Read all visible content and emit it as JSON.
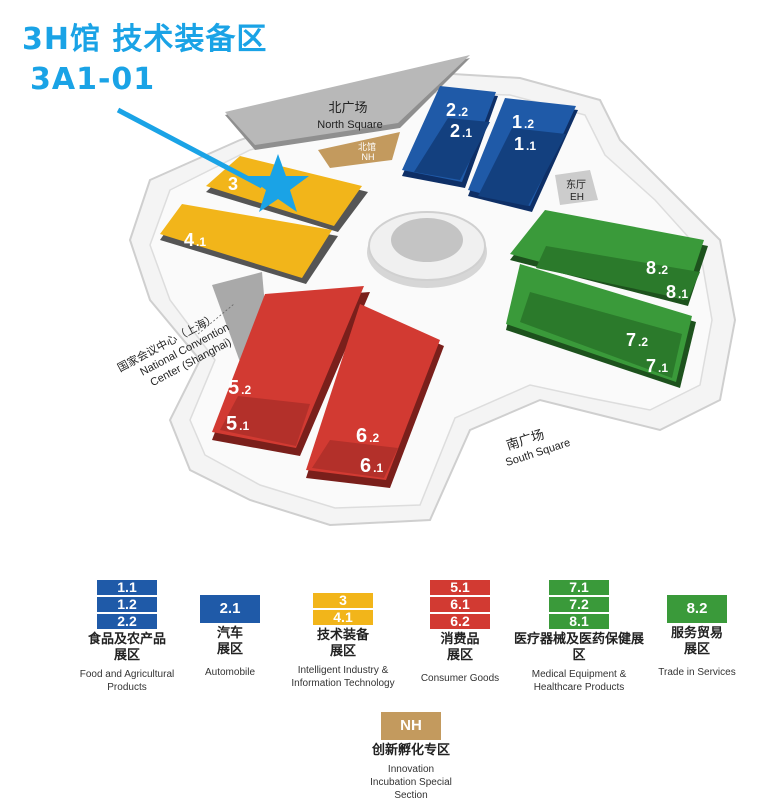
{
  "callout": {
    "title": "3H馆 技术装备区",
    "booth": "3A1-01"
  },
  "map_labels": {
    "north_square_cn": "北广场",
    "north_square_en": "North Square",
    "south_square_cn": "南广场",
    "south_square_en": "South Square",
    "north_hall_cn": "北馆",
    "north_hall_en": "NH",
    "east_hall_cn": "东厅",
    "east_hall_en": "EH",
    "venue_cn": "国家会议中心（上海）",
    "venue_en_1": "National Convention",
    "venue_en_2": "Center (Shanghai)"
  },
  "halls": [
    {
      "id": "2.2",
      "main": "2",
      "sub": "2"
    },
    {
      "id": "2.1",
      "main": "2",
      "sub": "1"
    },
    {
      "id": "1.2",
      "main": "1",
      "sub": "2"
    },
    {
      "id": "1.1",
      "main": "1",
      "sub": "1"
    },
    {
      "id": "3",
      "main": "3",
      "sub": ""
    },
    {
      "id": "4.1",
      "main": "4",
      "sub": "1"
    },
    {
      "id": "5.2",
      "main": "5",
      "sub": "2"
    },
    {
      "id": "5.1",
      "main": "5",
      "sub": "1"
    },
    {
      "id": "6.2",
      "main": "6",
      "sub": "2"
    },
    {
      "id": "6.1",
      "main": "6",
      "sub": "1"
    },
    {
      "id": "8.2",
      "main": "8",
      "sub": "2"
    },
    {
      "id": "8.1",
      "main": "8",
      "sub": "1"
    },
    {
      "id": "7.2",
      "main": "7",
      "sub": "2"
    },
    {
      "id": "7.1",
      "main": "7",
      "sub": "1"
    }
  ],
  "legend": [
    {
      "codes": [
        "1.1",
        "1.2",
        "2.2"
      ],
      "color": "#1f5aa8",
      "cn": "食品及农产品展区",
      "en": "Food and Agricultural Products"
    },
    {
      "codes": [
        "2.1"
      ],
      "color": "#1f5aa8",
      "cn": "汽车展区",
      "en": "Automobile"
    },
    {
      "codes": [
        "3",
        "4.1"
      ],
      "color": "#f2b51a",
      "cn": "技术装备展区",
      "en": "Intelligent Industry & Information Technology"
    },
    {
      "codes": [
        "5.1",
        "6.1",
        "6.2"
      ],
      "color": "#d23a32",
      "cn": "消费品展区",
      "en": "Consumer Goods"
    },
    {
      "codes": [
        "7.1",
        "7.2",
        "8.1"
      ],
      "color": "#3a9a3a",
      "cn": "医疗器械及医药保健展区",
      "en": "Medical Equipment & Healthcare Products"
    },
    {
      "codes": [
        "8.2"
      ],
      "color": "#3a9a3a",
      "cn": "服务贸易展区",
      "en": "Trade in Services"
    },
    {
      "codes": [
        "NH"
      ],
      "color": "#c39a5e",
      "cn": "创新孵化专区",
      "en": "Innovation Incubation Special Section"
    }
  ],
  "colors": {
    "blue": "#1f5aa8",
    "yellow": "#f2b51a",
    "red": "#d23a32",
    "green": "#3a9a3a",
    "nh": "#c39a5e",
    "callout": "#1aa3e6"
  }
}
